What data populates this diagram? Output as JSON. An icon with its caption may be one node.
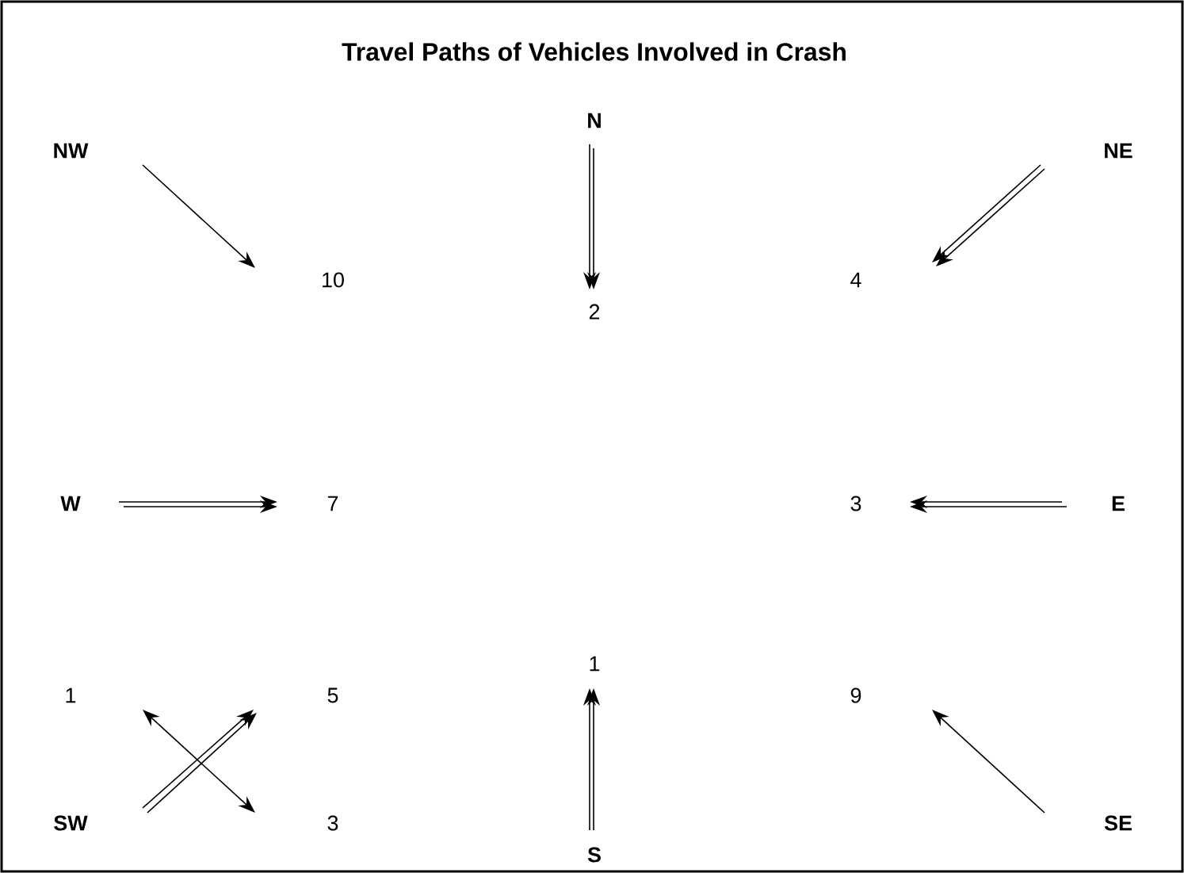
{
  "diagram": {
    "title": "Travel Paths of Vehicles Involved in Crash",
    "nodes": [
      {
        "text": [
          "N"
        ]
      },
      {
        "text": [
          "NW"
        ]
      },
      {
        "text": [
          "NE"
        ]
      },
      {
        "text": [
          "10"
        ]
      },
      {
        "text": [
          "4"
        ]
      },
      {
        "text": [
          "2"
        ]
      },
      {
        "text": [
          "W"
        ]
      },
      {
        "text": [
          "7"
        ]
      },
      {
        "text": [
          "3"
        ]
      },
      {
        "text": [
          "E"
        ]
      },
      {
        "text": [
          "1"
        ]
      },
      {
        "text": [
          "5"
        ]
      },
      {
        "text": [
          "1"
        ]
      },
      {
        "text": [
          "9"
        ]
      },
      {
        "text": [
          "SW"
        ]
      },
      {
        "text": [
          "3"
        ]
      },
      {
        "text": [
          "SE"
        ]
      },
      {
        "text": [
          "S"
        ]
      }
    ],
    "edges": [
      {
        "from": 1,
        "to": 3,
        "arrow": "to"
      },
      {
        "from": 0,
        "to": 5,
        "arrow": "to"
      },
      {
        "from": 0,
        "to": 5,
        "arrow": "to"
      },
      {
        "from": 2,
        "to": 4,
        "arrow": "to"
      },
      {
        "from": 2,
        "to": 4,
        "arrow": "to"
      },
      {
        "from": 6,
        "to": 7,
        "arrow": "to"
      },
      {
        "from": 6,
        "to": 7,
        "arrow": "to"
      },
      {
        "from": 9,
        "to": 8,
        "arrow": "to"
      },
      {
        "from": 9,
        "to": 8,
        "arrow": "to"
      },
      {
        "from": 10,
        "to": 15,
        "arrow": "both"
      },
      {
        "from": 14,
        "to": 11,
        "arrow": "to"
      },
      {
        "from": 14,
        "to": 11,
        "arrow": "to"
      },
      {
        "from": 17,
        "to": 12,
        "arrow": "to"
      },
      {
        "from": 17,
        "to": 12,
        "arrow": "to"
      },
      {
        "from": 16,
        "to": 13,
        "arrow": "to"
      }
    ]
  }
}
